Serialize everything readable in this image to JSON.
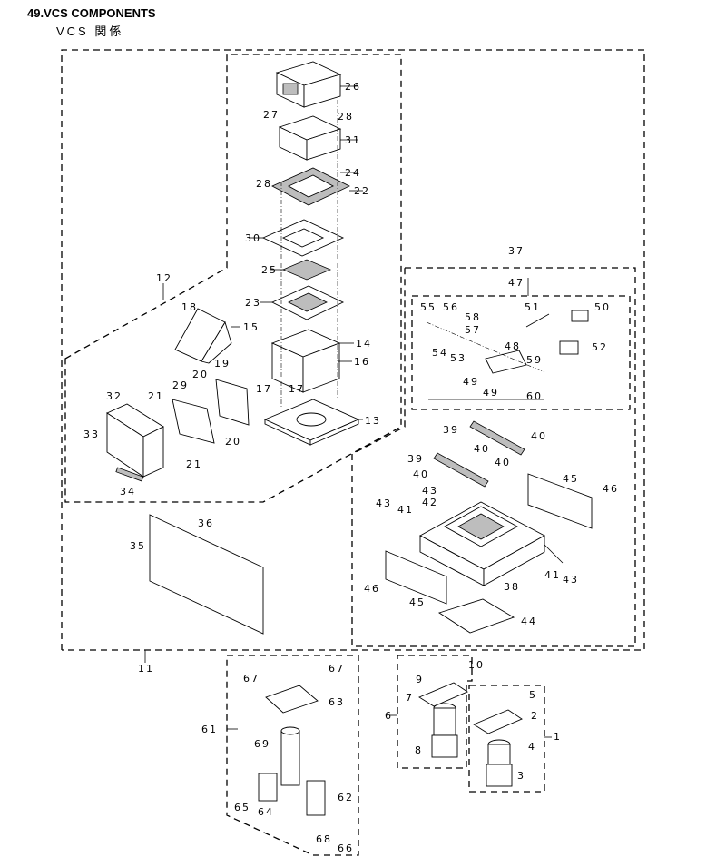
{
  "header": {
    "title": "49.VCS COMPONENTS",
    "subtitle": "VCS 関係"
  },
  "callouts": [
    {
      "id": "c26",
      "text": "26"
    },
    {
      "id": "c27",
      "text": "27"
    },
    {
      "id": "c28a",
      "text": "28"
    },
    {
      "id": "c31",
      "text": "31"
    },
    {
      "id": "c24",
      "text": "24"
    },
    {
      "id": "c28b",
      "text": "28"
    },
    {
      "id": "c22",
      "text": "22"
    },
    {
      "id": "c30",
      "text": "30"
    },
    {
      "id": "c25",
      "text": "25"
    },
    {
      "id": "c23",
      "text": "23"
    },
    {
      "id": "c12",
      "text": "12"
    },
    {
      "id": "c18",
      "text": "18"
    },
    {
      "id": "c15",
      "text": "15"
    },
    {
      "id": "c14",
      "text": "14"
    },
    {
      "id": "c16",
      "text": "16"
    },
    {
      "id": "c17a",
      "text": "17"
    },
    {
      "id": "c17b",
      "text": "17"
    },
    {
      "id": "c13",
      "text": "13"
    },
    {
      "id": "c32",
      "text": "32"
    },
    {
      "id": "c21a",
      "text": "21"
    },
    {
      "id": "c29",
      "text": "29"
    },
    {
      "id": "c20a",
      "text": "20"
    },
    {
      "id": "c19",
      "text": "19"
    },
    {
      "id": "c20b",
      "text": "20"
    },
    {
      "id": "c21b",
      "text": "21"
    },
    {
      "id": "c33",
      "text": "33"
    },
    {
      "id": "c34",
      "text": "34"
    },
    {
      "id": "c37",
      "text": "37"
    },
    {
      "id": "c47",
      "text": "47"
    },
    {
      "id": "c55",
      "text": "55"
    },
    {
      "id": "c56",
      "text": "56"
    },
    {
      "id": "c58",
      "text": "58"
    },
    {
      "id": "c51",
      "text": "51"
    },
    {
      "id": "c50",
      "text": "50"
    },
    {
      "id": "c57",
      "text": "57"
    },
    {
      "id": "c54",
      "text": "54"
    },
    {
      "id": "c53",
      "text": "53"
    },
    {
      "id": "c48",
      "text": "48"
    },
    {
      "id": "c52",
      "text": "52"
    },
    {
      "id": "c59",
      "text": "59"
    },
    {
      "id": "c49a",
      "text": "49"
    },
    {
      "id": "c49b",
      "text": "49"
    },
    {
      "id": "c60",
      "text": "60"
    },
    {
      "id": "c39a",
      "text": "39"
    },
    {
      "id": "c40a",
      "text": "40"
    },
    {
      "id": "c40b",
      "text": "40"
    },
    {
      "id": "c39b",
      "text": "39"
    },
    {
      "id": "c40c",
      "text": "40"
    },
    {
      "id": "c40d",
      "text": "40"
    },
    {
      "id": "c43a",
      "text": "43"
    },
    {
      "id": "c42",
      "text": "42"
    },
    {
      "id": "c45a",
      "text": "45"
    },
    {
      "id": "c46a",
      "text": "46"
    },
    {
      "id": "c43b",
      "text": "43"
    },
    {
      "id": "c41a",
      "text": "41"
    },
    {
      "id": "c36",
      "text": "36"
    },
    {
      "id": "c35",
      "text": "35"
    },
    {
      "id": "c41b",
      "text": "41"
    },
    {
      "id": "c43c",
      "text": "43"
    },
    {
      "id": "c38",
      "text": "38"
    },
    {
      "id": "c46b",
      "text": "46"
    },
    {
      "id": "c45b",
      "text": "45"
    },
    {
      "id": "c44",
      "text": "44"
    },
    {
      "id": "c11",
      "text": "11"
    },
    {
      "id": "c67a",
      "text": "67"
    },
    {
      "id": "c67b",
      "text": "67"
    },
    {
      "id": "c63",
      "text": "63"
    },
    {
      "id": "c61",
      "text": "61"
    },
    {
      "id": "c69",
      "text": "69"
    },
    {
      "id": "c62",
      "text": "62"
    },
    {
      "id": "c65",
      "text": "65"
    },
    {
      "id": "c64",
      "text": "64"
    },
    {
      "id": "c68",
      "text": "68"
    },
    {
      "id": "c66",
      "text": "66"
    },
    {
      "id": "c9",
      "text": "9"
    },
    {
      "id": "c10",
      "text": "10"
    },
    {
      "id": "c7",
      "text": "7"
    },
    {
      "id": "c6",
      "text": "6"
    },
    {
      "id": "c8",
      "text": "8"
    },
    {
      "id": "c5",
      "text": "5"
    },
    {
      "id": "c2",
      "text": "2"
    },
    {
      "id": "c4",
      "text": "4"
    },
    {
      "id": "c1",
      "text": "1"
    },
    {
      "id": "c3",
      "text": "3"
    }
  ]
}
